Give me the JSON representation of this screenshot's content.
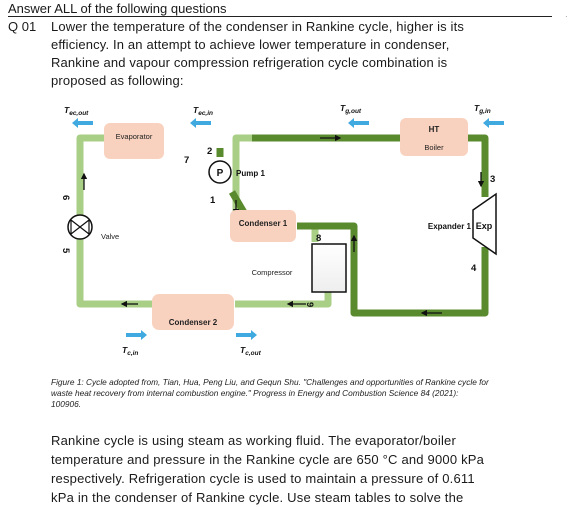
{
  "document": {
    "heading": "Answer ALL of the following questions",
    "question_number": "Q 01",
    "question_lines": [
      "Lower the temperature of the condenser in Rankine cycle, higher is its",
      "efficiency. In an attempt to achieve lower temperature in condenser,",
      "Rankine and vapour compression refrigeration cycle combination is",
      "proposed as following:"
    ],
    "caption_lines": [
      "Figure 1: Cycle adopted from, Tian, Hua, Peng Liu, and Gequn Shu. \"Challenges and opportunities of Rankine cycle for",
      "waste heat recovery from internal combustion engine.\" Progress in Energy and Combustion Science 84 (2021):",
      "100906."
    ],
    "body_lines": [
      "Rankine cycle is using steam as working fluid. The evaporator/boiler",
      "temperature and pressure in the Rankine cycle are 650 °C and 9000 kPa",
      "respectively. Refrigeration cycle is used to maintain a pressure of 0.611",
      "kPa in the condenser of Rankine cycle. Use steam tables to solve the"
    ]
  },
  "diagram": {
    "labels": {
      "tec_out": "T",
      "tec_out_sub": "ec,out",
      "tec_in": "T",
      "tec_in_sub": "ec,in",
      "tg_out": "T",
      "tg_out_sub": "g,out",
      "tg_in": "T",
      "tg_in_sub": "g,in",
      "tc_in": "T",
      "tc_in_sub": "c,in",
      "tc_out": "T",
      "tc_out_sub": "c,out",
      "evaporator": "Evaporator",
      "ht": "HT",
      "boiler": "Boiler",
      "pump_symbol": "P",
      "pump": "Pump 1",
      "condenser1": "Condenser 1",
      "condenser2": "Condenser 2",
      "compressor": "Compressor",
      "valve": "Valve",
      "expander": "Expander 1",
      "exp": "Exp"
    },
    "state_points": [
      "1",
      "2",
      "3",
      "4",
      "5",
      "6",
      "7",
      "8",
      "9"
    ]
  },
  "colors": {
    "rankine_pipe": "#5a8a2e",
    "refrig_pipe": "#a9cf86",
    "component_fill": "#f9d2bf",
    "coolant_arrow": "#3fa9e0"
  }
}
